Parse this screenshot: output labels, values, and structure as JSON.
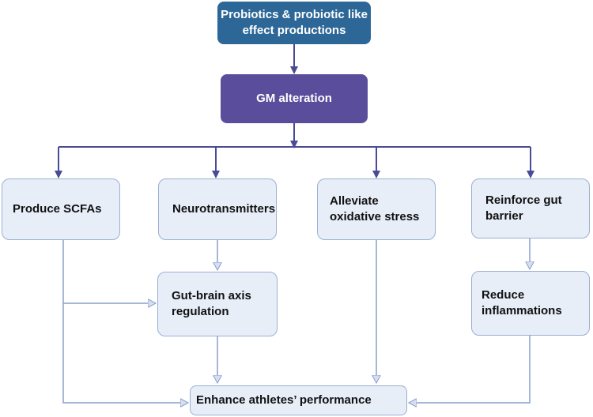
{
  "colors": {
    "top_fill": "#2d6797",
    "gm_fill": "#5a4e9c",
    "box_fill": "#e8eef8",
    "box_border": "#9aafd3",
    "arrow_dark": "#4a4a96",
    "arrow_light": "#8a9fcc"
  },
  "nodes": {
    "probiotics": "Probiotics & probiotic like effect productions",
    "gm_alteration": "GM alteration",
    "scfa": "Produce SCFAs",
    "neurotransmitters": "Neurotransmitters",
    "oxidative": "Alleviate oxidative stress",
    "gut_barrier": "Reinforce gut barrier",
    "gut_brain": "Gut-brain axis regulation",
    "inflammations": "Reduce inflammations",
    "performance": "Enhance athletes’ performance"
  }
}
